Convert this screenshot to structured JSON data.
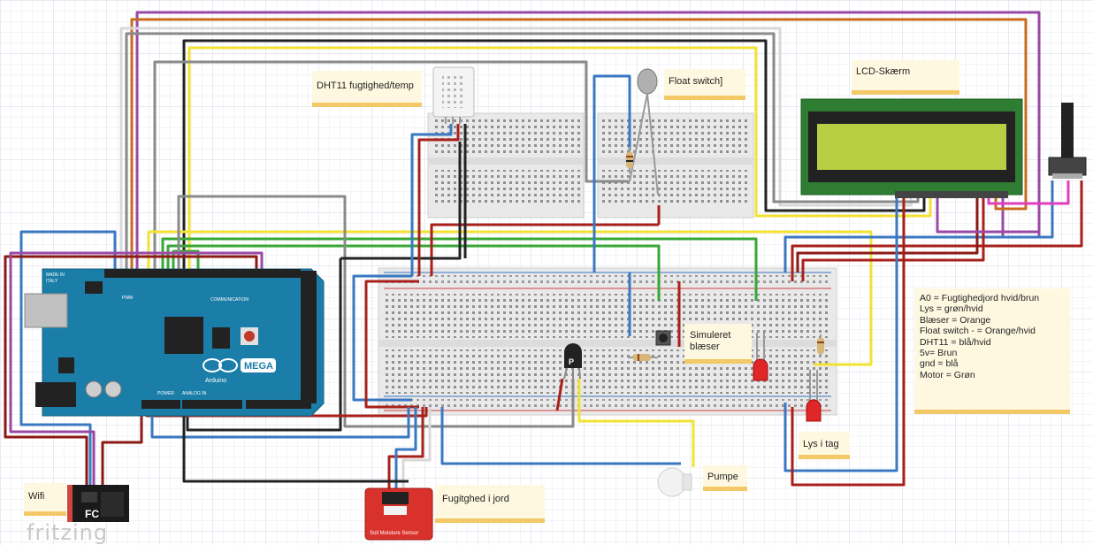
{
  "notes": {
    "dht11": "DHT11 fugtighed/temp",
    "float": "Float switch]",
    "lcd": "LCD-Skærm",
    "simuleret1": "Simuleret",
    "simuleret2": "blæser",
    "pumpe": "Pumpe",
    "lys": "Lys i tag",
    "jord": "Fugitghed i jord",
    "wifi": "Wifi"
  },
  "legend": [
    "A0 = Fugtighedjord hvid/brun",
    "Lys = grøn/hvid",
    "Blæser = Orange",
    "Float switch - = Orange/hvid",
    "DHT11 = blå/hvid",
    "5v= Brun",
    "gnd = blå",
    "Motor = Grøn"
  ],
  "labels": {
    "made_in": "MADE IN",
    "italy": "ITALY",
    "mega": "MEGA",
    "arduino": "Arduino",
    "power": "POWER",
    "analog_in": "ANALOG IN",
    "communication": "COMMUNICATION",
    "pwm": "PWM",
    "sensor": "Soil Moisture Sensor",
    "transistor": "P",
    "fc": "FC",
    "brand": "fritzing"
  },
  "colors": {
    "wire_blue": "#3a78c2",
    "wire_red": "#a8201a",
    "wire_darkred": "#8b1a14",
    "wire_green": "#38a838",
    "wire_yellow": "#f2e234",
    "wire_orange": "#c86b1c",
    "wire_purple": "#9a49a6",
    "wire_gray": "#8a8a8a",
    "wire_black": "#222222",
    "wire_white": "#d8d8d8",
    "wire_pink": "#e040c0",
    "arduino": "#1b7ea8",
    "lcd_screen": "#b8cf44",
    "lcd_pcb": "#2e7d32",
    "note_bg": "#fff8e1",
    "note_border": "#f3c866"
  }
}
